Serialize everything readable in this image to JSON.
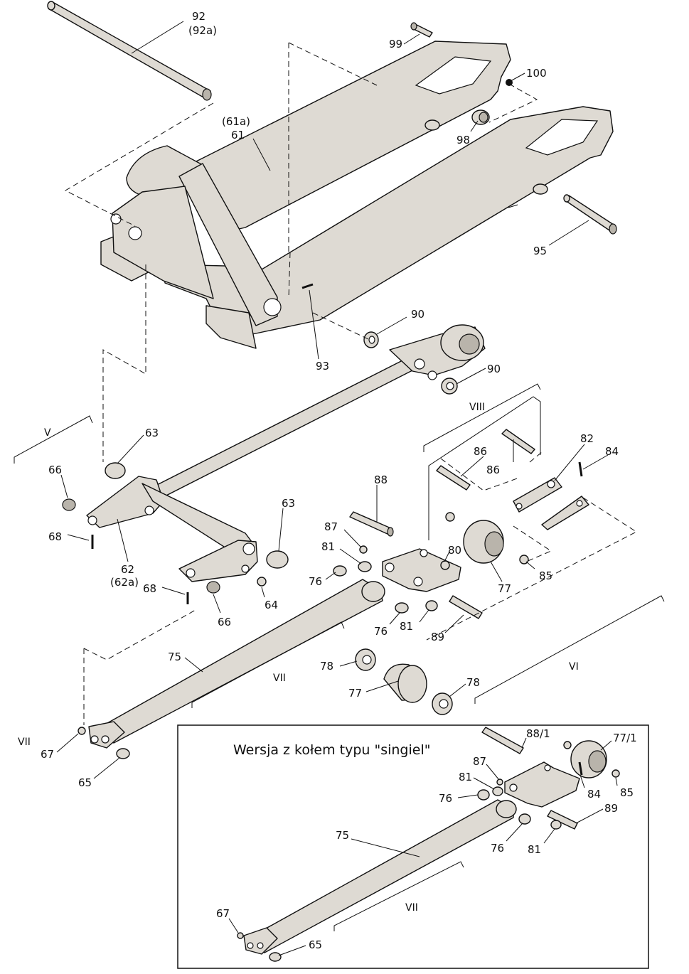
{
  "labels": {
    "l92": "92",
    "l92a": "(92a)",
    "l99": "99",
    "l100": "100",
    "l61a": "(61a)",
    "l61": "61",
    "l98": "98",
    "l95": "95",
    "l90a": "90",
    "l90b": "90",
    "l93": "93",
    "l63a": "63",
    "l63b": "63",
    "l66a": "66",
    "l66b": "66",
    "l68a": "68",
    "l68b": "68",
    "l62": "62",
    "l62a": "(62a)",
    "l64": "64",
    "l86a": "86",
    "l86b": "86",
    "l82": "82",
    "l84": "84",
    "l88": "88",
    "l87": "87",
    "l80": "80",
    "l81a": "81",
    "l81b": "81",
    "l76a": "76",
    "l76b": "76",
    "l77a": "77",
    "l77b": "77",
    "l85": "85",
    "l89": "89",
    "l78a": "78",
    "l78b": "78",
    "l75": "75",
    "l67": "67",
    "l65": "65",
    "rV": "V",
    "rVIII": "VIII",
    "rVI": "VI",
    "rVIIa": "VII",
    "rVIIb": "VII"
  },
  "inset": {
    "title": "Wersja z kołem typu \"singiel\"",
    "l88_1": "88/1",
    "l77_1": "77/1",
    "l87": "87",
    "l81a": "81",
    "l81b": "81",
    "l76a": "76",
    "l76b": "76",
    "l84": "84",
    "l85": "85",
    "l89": "89",
    "l75": "75",
    "l67": "67",
    "l65": "65",
    "rVII": "VII"
  }
}
